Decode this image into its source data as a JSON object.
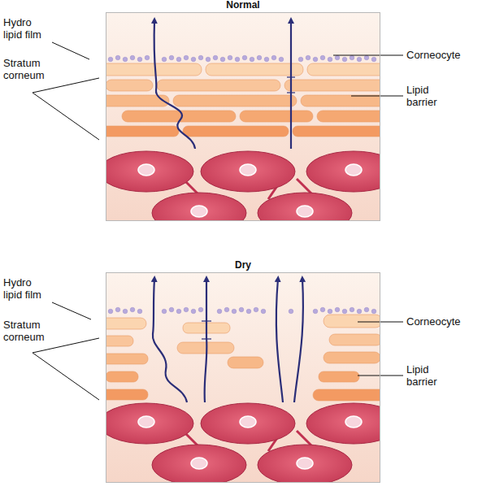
{
  "diagram": {
    "nodes": [
      {
        "text": [
          "Normal"
        ]
      },
      {
        "text": [
          "Dry"
        ]
      }
    ],
    "labels": [
      "Hydro lipid film",
      "Stratum corneum",
      "Corneocyte",
      "Lipid barrier",
      "Hydro lipid film",
      "Stratum corneum",
      "Corneocyte",
      "Lipid barrier"
    ]
  }
}
